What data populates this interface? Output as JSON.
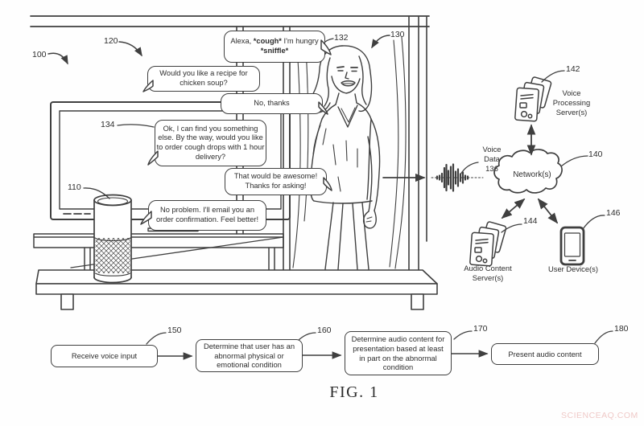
{
  "refs": {
    "r100": "100",
    "r110": "110",
    "r120": "120",
    "r130": "130",
    "r132": "132",
    "r134": "134",
    "r136": "136",
    "r140": "140",
    "r142": "142",
    "r144": "144",
    "r146": "146",
    "r150": "150",
    "r160": "160",
    "r170": "170",
    "r180": "180"
  },
  "bubbles": {
    "user_greeting": {
      "l1a": "Alexa, ",
      "l1b": "*cough*",
      "l1c": " I'm hungry",
      "l2": "*sniffle*"
    },
    "assistant_recipe": {
      "lines": [
        "Would you like a recipe for",
        "chicken soup?"
      ]
    },
    "user_decline": {
      "lines": [
        "No, thanks"
      ]
    },
    "assistant_offer": {
      "lines": [
        "Ok, I can find you something",
        "else. By the way, would you like",
        "to order cough drops with 1 hour",
        "delivery?"
      ]
    },
    "user_accept": {
      "lines": [
        "That would be awesome!",
        "Thanks for asking!"
      ]
    },
    "assistant_confirm": {
      "lines": [
        "No problem. I'll email you an",
        "order confirmation. Feel better!"
      ]
    }
  },
  "network": {
    "voice_data": "Voice Data",
    "cloud": "Network(s)",
    "voice_processing_server": "Voice Processing Server(s)",
    "audio_content_server": "Audio Content Server(s)",
    "user_device": "User Device(s)"
  },
  "flowchart": {
    "steps": [
      {
        "ref": "150",
        "lines": [
          "Receive voice input"
        ]
      },
      {
        "ref": "160",
        "lines": [
          "Determine that user has an",
          "abnormal physical or",
          "emotional condition"
        ]
      },
      {
        "ref": "170",
        "lines": [
          "Determine audio content for",
          "presentation based at least",
          "in part on the abnormal",
          "condition"
        ]
      },
      {
        "ref": "180",
        "lines": [
          "Present audio content"
        ]
      }
    ]
  },
  "figure": {
    "caption": "FIG. 1",
    "watermark": "SCIENCEAQ.COM"
  }
}
